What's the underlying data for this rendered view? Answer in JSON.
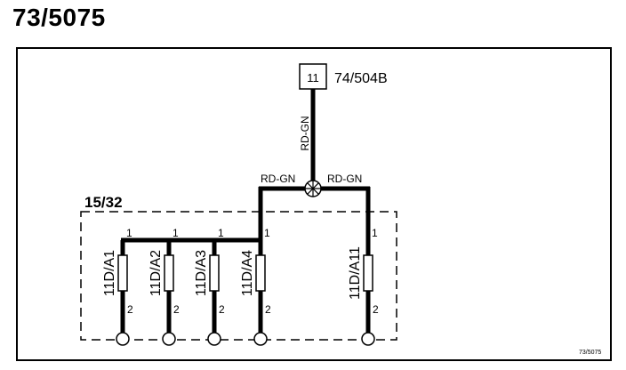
{
  "page_title": "73/5075",
  "connector": {
    "pin": "11",
    "id": "74/504B"
  },
  "wires": {
    "vertical_color": "RD-GN",
    "left_color": "RD-GN",
    "right_color": "RD-GN"
  },
  "module": {
    "label": "15/32"
  },
  "components": [
    {
      "label": "11D/A1",
      "pin_top": "1",
      "pin_bottom": "2"
    },
    {
      "label": "11D/A2",
      "pin_top": "1",
      "pin_bottom": "2"
    },
    {
      "label": "11D/A3",
      "pin_top": "1",
      "pin_bottom": "2"
    },
    {
      "label": "11D/A4",
      "pin_top": "1",
      "pin_bottom": "2"
    },
    {
      "label": "11D/A11",
      "pin_top": "1",
      "pin_bottom": "2"
    }
  ],
  "figure_ref": "73/5075",
  "colors": {
    "line": "#000000",
    "background": "#ffffff"
  }
}
